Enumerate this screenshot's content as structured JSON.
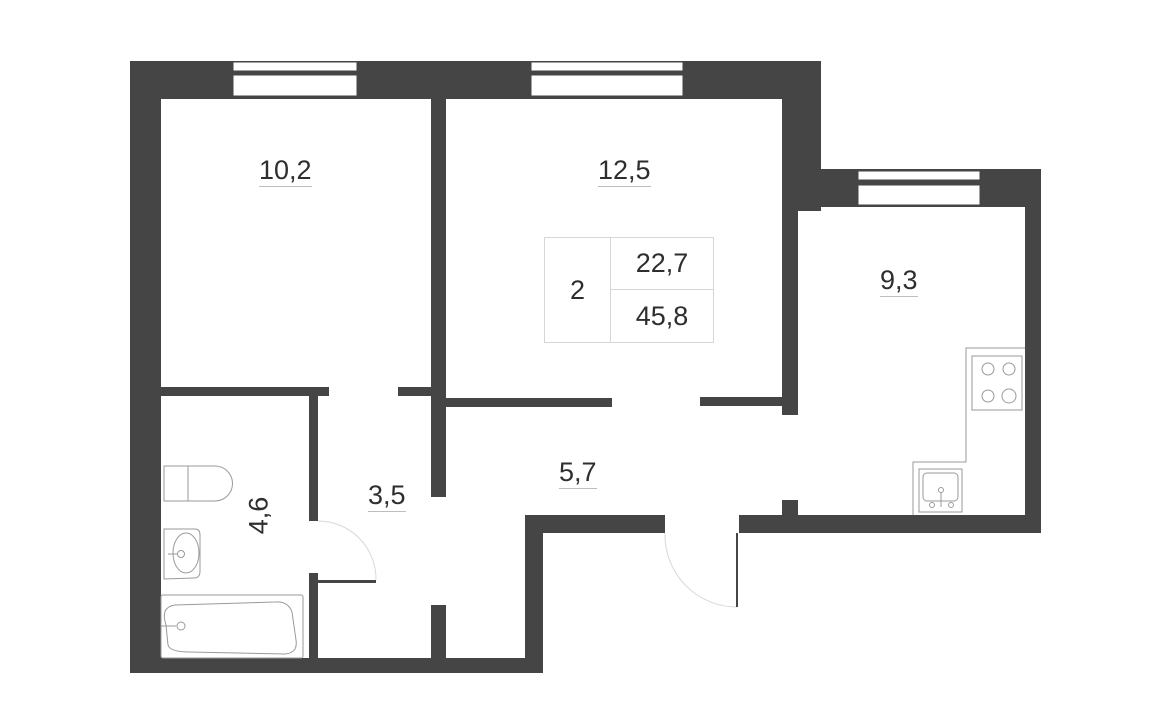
{
  "plan": {
    "summary": {
      "rooms_count": "2",
      "living_area": "22,7",
      "total_area": "45,8"
    },
    "rooms": [
      {
        "id": "bedroom",
        "area": "10,2"
      },
      {
        "id": "living-room",
        "area": "12,5"
      },
      {
        "id": "kitchen",
        "area": "9,3"
      },
      {
        "id": "bathroom",
        "area": "4,6"
      },
      {
        "id": "hallway",
        "area": "3,5"
      },
      {
        "id": "corridor",
        "area": "5,7"
      }
    ],
    "fixtures": [
      "toilet",
      "washbasin",
      "bathtub",
      "stove",
      "kitchen-sink"
    ],
    "colors": {
      "wall": "#454545",
      "text": "#2e2e2e",
      "fixture_line": "#9a9a9a",
      "summary_border": "#d6d6d6"
    }
  }
}
